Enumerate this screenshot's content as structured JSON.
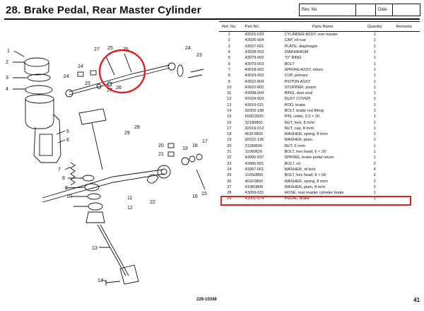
{
  "header": {
    "title": "28.  Brake Pedal, Rear Master Cylinder",
    "rev_label": "Rev. No.",
    "date_label": "Date"
  },
  "table": {
    "columns": [
      "Ref. No.",
      "Part No.",
      "Parts Name",
      "Quantity",
      "Remarks"
    ],
    "rows": [
      [
        "1",
        "43015-033",
        "CYLINDER ASSY, rear master",
        "1",
        ""
      ],
      [
        "2",
        "43026-004",
        "CAP, oil cup",
        "1",
        ""
      ],
      [
        "3",
        "43027-001",
        "PLATE, diaphragm",
        "1",
        ""
      ],
      [
        "4",
        "43028-003",
        "DIAPHRAGM",
        "1",
        ""
      ],
      [
        "5",
        "43079-002",
        "\"O\" RING",
        "1",
        ""
      ],
      [
        "6",
        "43070-003",
        "BOLT",
        "1",
        ""
      ],
      [
        "7",
        "43018-002",
        "SPRING ASSY, return",
        "1",
        ""
      ],
      [
        "8",
        "43019-002",
        "CUP, primary",
        "1",
        ""
      ],
      [
        "9",
        "43022-004",
        "PISTON ASSY",
        "1",
        ""
      ],
      [
        "10",
        "43022-002",
        "STOPPER, piston",
        "1",
        ""
      ],
      [
        "11",
        "43068-004",
        "RING, dust seal",
        "1",
        ""
      ],
      [
        "12",
        "42024-003",
        "DUST COVER",
        "1",
        ""
      ],
      [
        "13",
        "43010-021",
        "ROD, brake",
        "1",
        ""
      ],
      [
        "14",
        "92003-188",
        "BOLT, brake rod fitting",
        "1",
        ""
      ],
      [
        "15",
        "550D2020",
        "PIN, cotter, 2.0 × 20",
        "1",
        ""
      ],
      [
        "16",
        "32180800",
        "NUT, lock, 8 m/m",
        "1",
        ""
      ],
      [
        "17",
        "92019-013",
        "NUT, cap, 8 m/m",
        "1",
        ""
      ],
      [
        "18",
        "461F0800",
        "WASHER, spring, 8 m/m",
        "1",
        ""
      ],
      [
        "19",
        "92022-195",
        "WASHER, plain",
        "1",
        ""
      ],
      [
        "20",
        "31180600",
        "NUT, 6 m/m",
        "1",
        ""
      ],
      [
        "21",
        "11060620",
        "BOLT, hex head, 6 × 20",
        "1",
        ""
      ],
      [
        "22",
        "43005-037",
        "SPRING, brake pedal return",
        "1",
        ""
      ],
      [
        "23",
        "43066-001",
        "BOLT, oil",
        "2",
        ""
      ],
      [
        "24",
        "43067-001",
        "WASHER, oil bolt",
        "4",
        ""
      ],
      [
        "25",
        "110G0850",
        "BOLT, hex head, 8 × 50",
        "2",
        ""
      ],
      [
        "26",
        "461F0800",
        "WASHER, spring, 8 m/m",
        "2",
        ""
      ],
      [
        "27",
        "410B0800",
        "WASHER, plain, 8 m/m",
        "2",
        ""
      ],
      [
        "28",
        "43059-031",
        "HOSE, rear master cylinder brake",
        "1",
        ""
      ],
      [
        "29",
        "43001-074",
        "PEDAL, brake",
        "1",
        ""
      ]
    ]
  },
  "diagram": {
    "callouts": [
      {
        "n": "1"
      },
      {
        "n": "2"
      },
      {
        "n": "3"
      },
      {
        "n": "4"
      },
      {
        "n": "5"
      },
      {
        "n": "6"
      },
      {
        "n": "7"
      },
      {
        "n": "8"
      },
      {
        "n": "9"
      },
      {
        "n": "10"
      },
      {
        "n": "11"
      },
      {
        "n": "12"
      },
      {
        "n": "13"
      },
      {
        "n": "14"
      },
      {
        "n": "15"
      },
      {
        "n": "16"
      },
      {
        "n": "17"
      },
      {
        "n": "18"
      },
      {
        "n": "19"
      },
      {
        "n": "20"
      },
      {
        "n": "21"
      },
      {
        "n": "22"
      },
      {
        "n": "23"
      },
      {
        "n": "23"
      },
      {
        "n": "24"
      },
      {
        "n": "24"
      },
      {
        "n": "24"
      },
      {
        "n": "25"
      },
      {
        "n": "25"
      },
      {
        "n": "26"
      },
      {
        "n": "27"
      },
      {
        "n": "27"
      },
      {
        "n": "28"
      },
      {
        "n": "29"
      }
    ]
  },
  "footer": {
    "code": "229-10348",
    "page": "41"
  },
  "colors": {
    "highlight": "#d22222",
    "ink": "#111111"
  }
}
